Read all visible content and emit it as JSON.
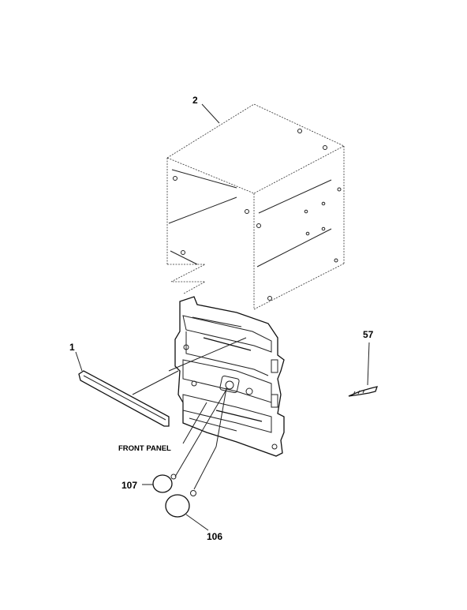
{
  "labels": {
    "cabinet": "2",
    "trim": "1",
    "screw": "57",
    "front_panel": "FRONT PANEL",
    "knob_small": "107",
    "knob_large": "106"
  }
}
